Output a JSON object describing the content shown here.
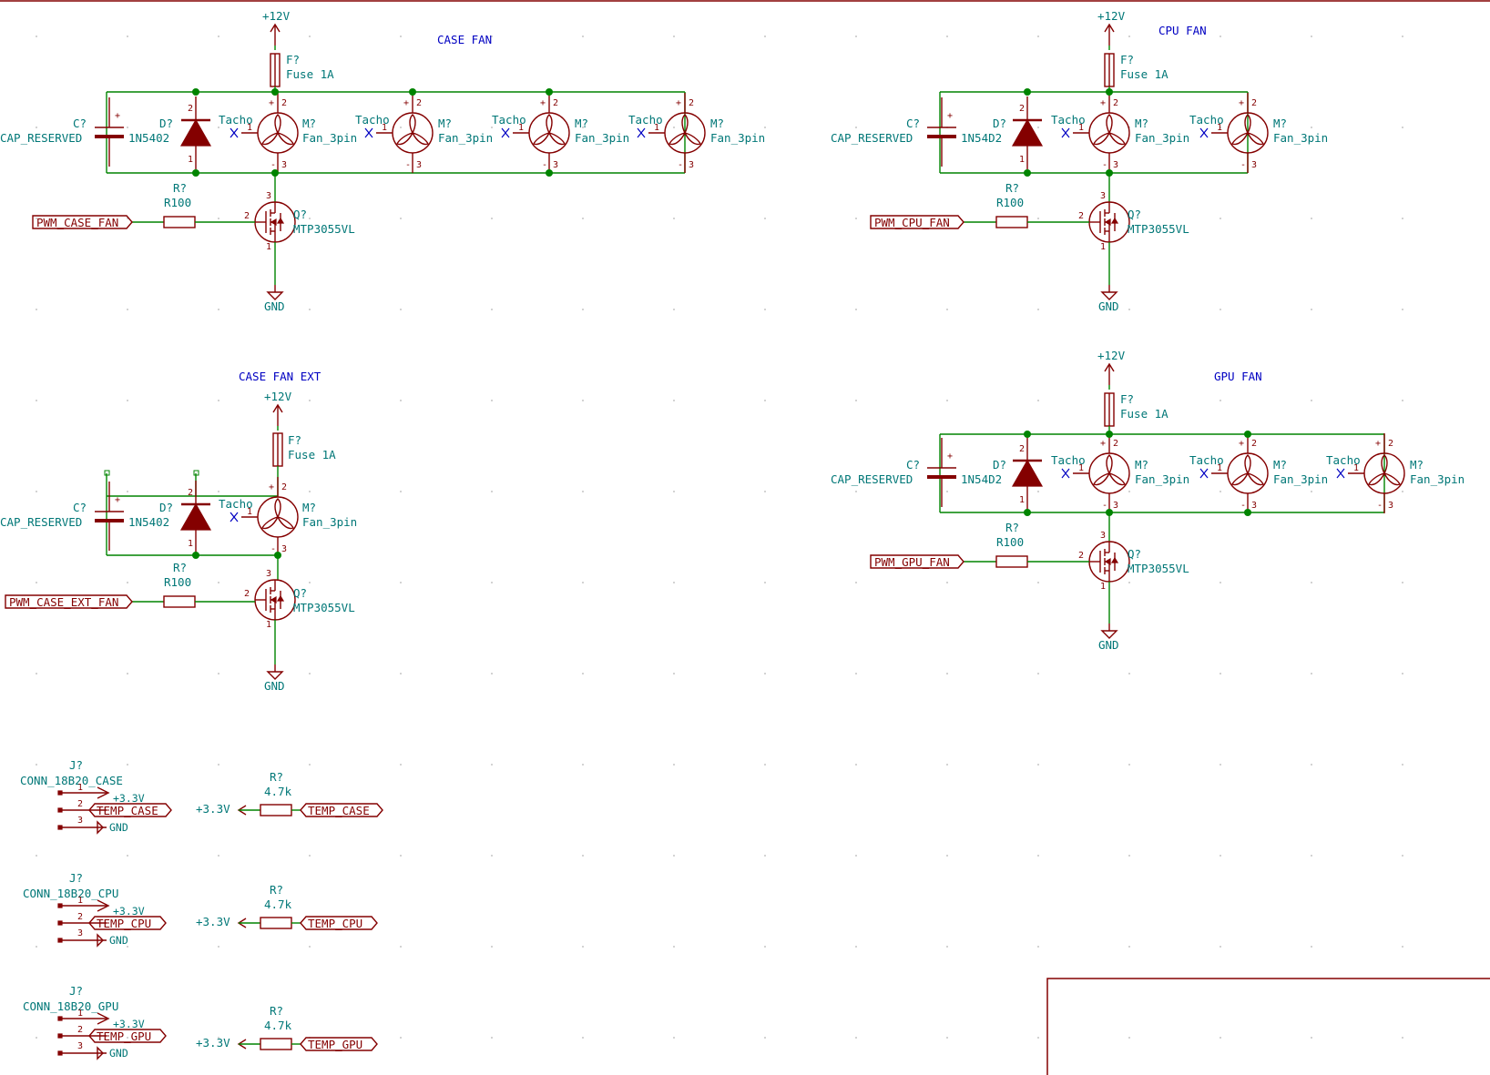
{
  "sections": {
    "case_fan": "CASE FAN",
    "cpu_fan": "CPU FAN",
    "case_fan_ext": "CASE FAN EXT",
    "gpu_fan": "GPU FAN"
  },
  "power": {
    "v12": "+12V",
    "gnd": "GND",
    "v33": "+3.3V"
  },
  "fuse": {
    "ref": "F?",
    "value": "Fuse 1A"
  },
  "cap": {
    "ref": "C?",
    "value": "CAP_RESERVED"
  },
  "diode": {
    "ref": "D?",
    "value_a": "1N5402",
    "value_b": "1N54D2"
  },
  "fan": {
    "ref": "M?",
    "value": "Fan_3pin",
    "pin_tacho": "Tacho"
  },
  "gate_resistor": {
    "ref": "R?",
    "value": "R100"
  },
  "mosfet": {
    "ref": "Q?",
    "value": "MTP3055VL"
  },
  "pwm_labels": {
    "case": "PWM_CASE_FAN",
    "cpu": "PWM_CPU_FAN",
    "case_ext": "PWM_CASE_EXT_FAN",
    "gpu": "PWM_GPU_FAN"
  },
  "connectors": [
    {
      "ref": "J?",
      "value": "CONN_18B20_CASE",
      "temp": "TEMP_CASE"
    },
    {
      "ref": "J?",
      "value": "CONN_18B20_CPU",
      "temp": "TEMP_CPU"
    },
    {
      "ref": "J?",
      "value": "CONN_18B20_GPU",
      "temp": "TEMP_GPU"
    }
  ],
  "pullup": {
    "ref": "R?",
    "value": "4.7k"
  }
}
